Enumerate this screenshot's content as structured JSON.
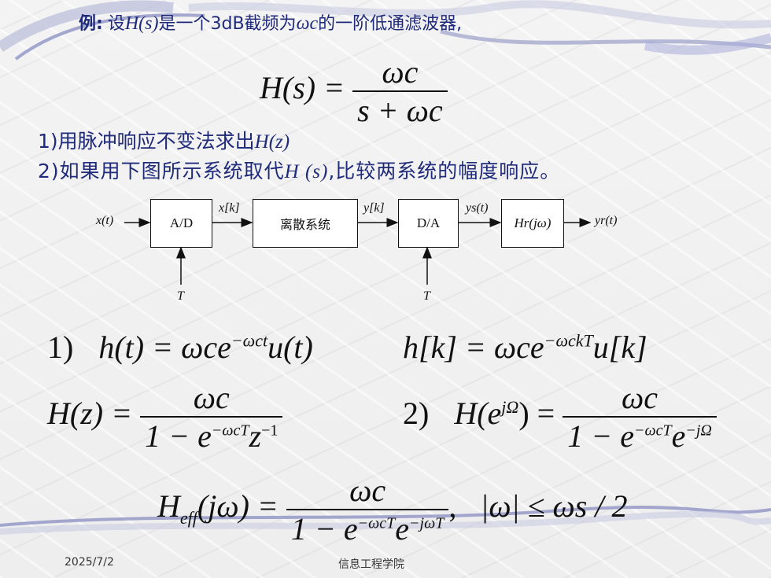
{
  "title": {
    "label": "例:",
    "text_a": "设",
    "H": "H",
    "s": "(s)",
    "text_b": "是一个3dB截频为",
    "omega_c": "ωc",
    "text_c": "的一阶低通滤波器,"
  },
  "eq_main": {
    "lhs": "H(s) =",
    "num": "ωc",
    "den": "s + ωc"
  },
  "tasks": {
    "t1_a": "1)用脉冲响应不变法求出",
    "t1_b": "H(z)",
    "t2_a": "2)如果用下图所示系统取代",
    "t2_b": "H (s)",
    "t2_c": ",比较两系统的幅度响应。"
  },
  "diagram": {
    "input": "x(t)",
    "ad": "A/D",
    "xk": "x[k]",
    "discrete": "离散系统",
    "yk": "y[k]",
    "da": "D/A",
    "ys": "ys(t)",
    "hr": "Hr(jω)",
    "yr": "yr(t)",
    "t1": "T",
    "t2": "T"
  },
  "answers": {
    "a1_label": "1)",
    "a1_ht": "h(t) = ωce",
    "a1_ht_exp": "−ωct",
    "a1_ht_tail": "u(t)",
    "a1_hk": "h[k] = ωce",
    "a1_hk_exp": "−ωckT",
    "a1_hk_tail": "u[k]",
    "hz_lhs": "H(z) =",
    "hz_num": "ωc",
    "hz_den_a": "1 − e",
    "hz_den_exp": "−ωcT",
    "hz_den_b": "z",
    "hz_den_exp2": "−1",
    "a2_label": "2)",
    "he_lhs": "H(e",
    "he_lhs_exp": "jΩ",
    "he_lhs_tail": ") =",
    "he_num": "ωc",
    "he_den_a": "1 − e",
    "he_den_exp": "−ωcT",
    "he_den_b": "e",
    "he_den_exp2": "−jΩ",
    "heff_lhs": "H",
    "heff_sub": "eff",
    "heff_arg": "(jω) =",
    "heff_num": "ωc",
    "heff_den_a": "1 − e",
    "heff_den_exp": "−ωcT",
    "heff_den_b": "e",
    "heff_den_exp2": "−jωT",
    "heff_comma": ",",
    "heff_cond": "|ω| ≤ ωs / 2"
  },
  "footer": {
    "date": "2025/7/2",
    "org": "信息工程学院"
  },
  "colors": {
    "text_blue": "#1f2a7a",
    "swoosh": "#9aa0c8"
  }
}
